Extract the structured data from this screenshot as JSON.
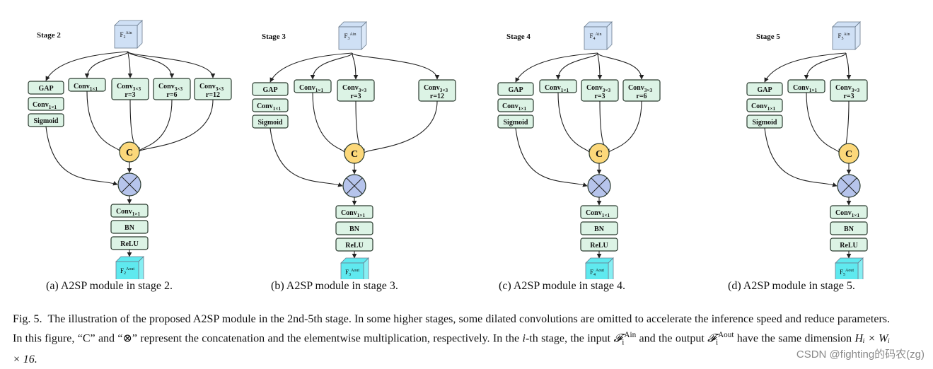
{
  "panels": [
    {
      "stage_label": "Stage 2",
      "input_label": "F",
      "input_sub": "2",
      "input_sup": "Ain",
      "output_label": "F",
      "output_sub": "2",
      "output_sup": "Aout",
      "branches": [
        {
          "main": "Conv",
          "sub": "1×1",
          "rate": ""
        },
        {
          "main": "Conv",
          "sub": "3×3",
          "rate": "r=3"
        },
        {
          "main": "Conv",
          "sub": "3×3",
          "rate": "r=6"
        },
        {
          "main": "Conv",
          "sub": "3×3",
          "rate": "r=12"
        }
      ],
      "caption": "(a) A2SP module in stage 2."
    },
    {
      "stage_label": "Stage 3",
      "input_label": "F",
      "input_sub": "3",
      "input_sup": "Ain",
      "output_label": "F",
      "output_sub": "3",
      "output_sup": "Aout",
      "branches": [
        {
          "main": "Conv",
          "sub": "1×1",
          "rate": ""
        },
        {
          "main": "Conv",
          "sub": "3×3",
          "rate": "r=3"
        },
        {
          "main": "Conv",
          "sub": "3×3",
          "rate": "r=12"
        }
      ],
      "caption": "(b) A2SP module in stage 3."
    },
    {
      "stage_label": "Stage 4",
      "input_label": "F",
      "input_sub": "4",
      "input_sup": "Ain",
      "output_label": "F",
      "output_sub": "4",
      "output_sup": "Aout",
      "branches": [
        {
          "main": "Conv",
          "sub": "1×1",
          "rate": ""
        },
        {
          "main": "Conv",
          "sub": "3×3",
          "rate": "r=3"
        },
        {
          "main": "Conv",
          "sub": "3×3",
          "rate": "r=6"
        }
      ],
      "caption": "(c) A2SP module in stage 4."
    },
    {
      "stage_label": "Stage 5",
      "input_label": "F",
      "input_sub": "5",
      "input_sup": "Ain",
      "output_label": "F",
      "output_sub": "5",
      "output_sup": "Aout",
      "branches": [
        {
          "main": "Conv",
          "sub": "1×1",
          "rate": ""
        },
        {
          "main": "Conv",
          "sub": "3×3",
          "rate": "r=3"
        }
      ],
      "caption": "(d) A2SP module in stage 5."
    }
  ],
  "common": {
    "gap": "GAP",
    "conv_main": "Conv",
    "conv_sub": "1×1",
    "sigmoid": "Sigmoid",
    "concat": "C",
    "bn": "BN",
    "relu": "ReLU"
  },
  "colors": {
    "box_fill": "#dcf3e5",
    "box_stroke": "#2a3a2e",
    "input_cube": "#cfe0f5",
    "output_cube": "#5fe9ef",
    "concat_fill": "#fcd87a",
    "mult_fill": "#b6c4ec"
  },
  "caption": {
    "label": "Fig. 5.",
    "text_1": "The illustration of the proposed A2SP module in the 2nd-5th stage. In some higher stages, some dilated convolutions are omitted to accelerate the inference speed and reduce parameters. In this figure, “C” and “⊗” represent the concatenation and the elementwise multiplication, respectively. In the ",
    "i_symbol": "i",
    "text_2": "-th stage, the input ",
    "input_sym": "𝓕",
    "input_sub": "i",
    "input_sup": "Ain",
    "text_3": " and the output ",
    "output_sym": "𝓕",
    "output_sub": "i",
    "output_sup": "Aout",
    "text_4": " have the same dimension ",
    "dim": "Hᵢ × Wᵢ × 16."
  },
  "watermark": "CSDN @fighting的码农(zg)"
}
